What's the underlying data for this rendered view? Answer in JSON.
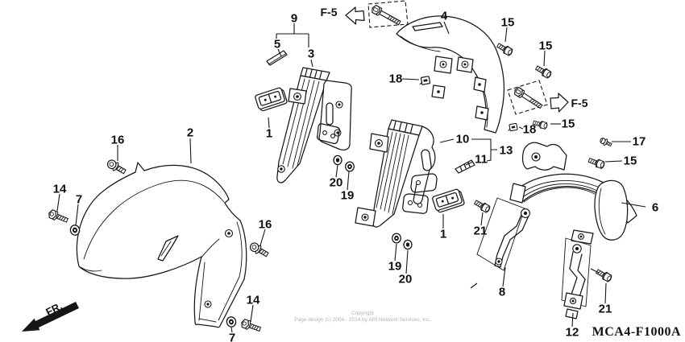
{
  "diagram": {
    "code": "MCA4-F1000A",
    "direction_label": "FR.",
    "ref_left": "F-5",
    "ref_right": "F-5",
    "copyright_line1": "Copyright",
    "copyright_line2": "Page design (c) 2004 - 2014 by ARI Network Services, Inc."
  },
  "callouts": [
    {
      "label": "9"
    },
    {
      "label": "5"
    },
    {
      "label": "3"
    },
    {
      "label": "4"
    },
    {
      "label": "15"
    },
    {
      "label": "15"
    },
    {
      "label": "18"
    },
    {
      "label": "15"
    },
    {
      "label": "18"
    },
    {
      "label": "17"
    },
    {
      "label": "15"
    },
    {
      "label": "2"
    },
    {
      "label": "16"
    },
    {
      "label": "14"
    },
    {
      "label": "7"
    },
    {
      "label": "10"
    },
    {
      "label": "13"
    },
    {
      "label": "11"
    },
    {
      "label": "20"
    },
    {
      "label": "19"
    },
    {
      "label": "1"
    },
    {
      "label": "1"
    },
    {
      "label": "19"
    },
    {
      "label": "20"
    },
    {
      "label": "16"
    },
    {
      "label": "14"
    },
    {
      "label": "7"
    },
    {
      "label": "6"
    },
    {
      "label": "8"
    },
    {
      "label": "21"
    },
    {
      "label": "12"
    },
    {
      "label": "21"
    }
  ]
}
